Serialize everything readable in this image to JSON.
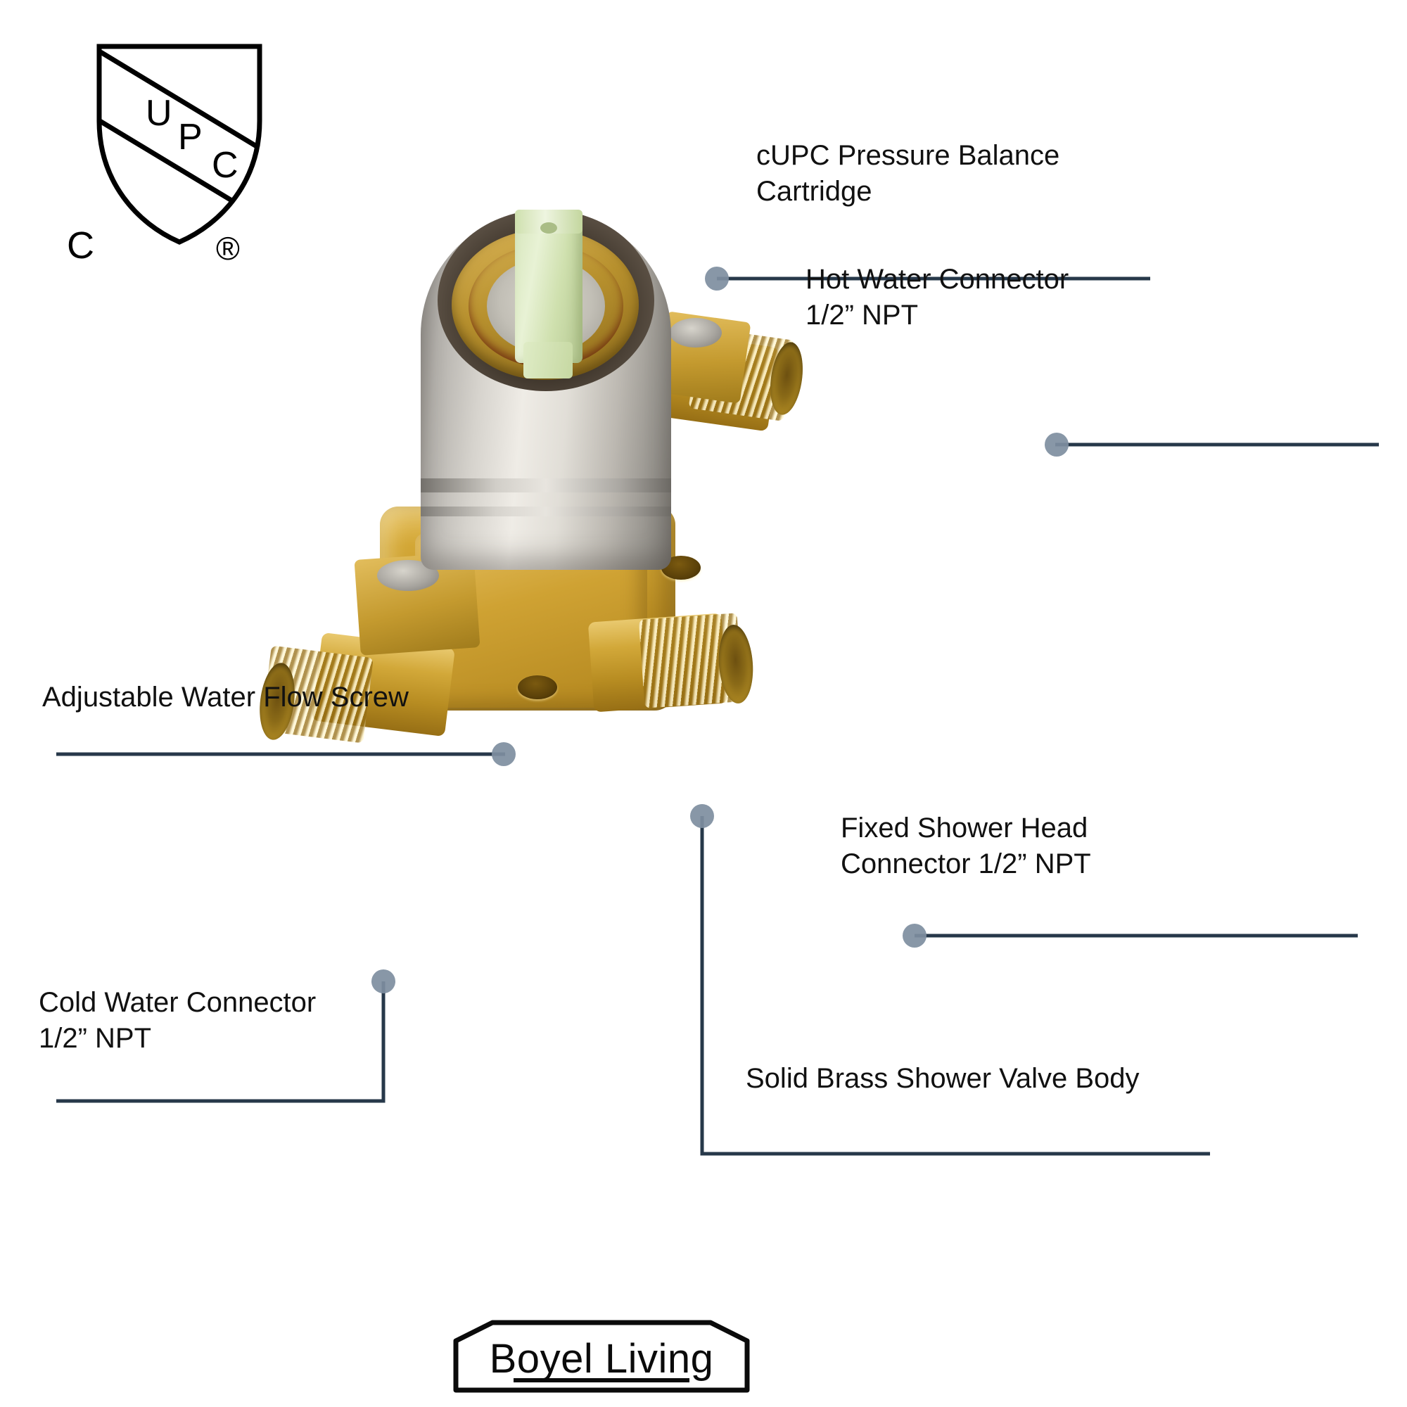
{
  "certification": {
    "name": "cupc-certification-mark",
    "shield_text": "UPC",
    "prefix_letter": "C",
    "registered_symbol": "®"
  },
  "product": {
    "name": "pressure-balance-shower-valve",
    "description": "Solid brass shower rough-in valve with brushed nickel pressure balance cartridge housing"
  },
  "annotations": [
    {
      "id": "cupc-cartridge",
      "text": "cUPC Pressure Balance\nCartridge",
      "side": "right"
    },
    {
      "id": "hot-water-connector",
      "text": "Hot Water Connector\n1/2” NPT",
      "side": "right"
    },
    {
      "id": "fixed-shower-head-connector",
      "text": "Fixed Shower Head\nConnector 1/2” NPT",
      "side": "right"
    },
    {
      "id": "solid-brass-valve-body",
      "text": "Solid Brass Shower Valve Body",
      "side": "right"
    },
    {
      "id": "adjustable-water-flow-screw",
      "text": "Adjustable Water Flow Screw",
      "side": "left"
    },
    {
      "id": "cold-water-connector",
      "text": "Cold Water Connector\n1/2” NPT",
      "side": "left"
    }
  ],
  "brand": {
    "name": "boyel-living-logo",
    "text": "Boyel Living"
  },
  "colors": {
    "leader_line": "#27384a",
    "marker_dot": "#7e8ea0",
    "label_text": "#111111",
    "background": "#ffffff",
    "brass": "#c89c33",
    "nickel": "#d6d3cd",
    "seal_red": "#cf2018",
    "stem_green": "#d7e6bc"
  }
}
